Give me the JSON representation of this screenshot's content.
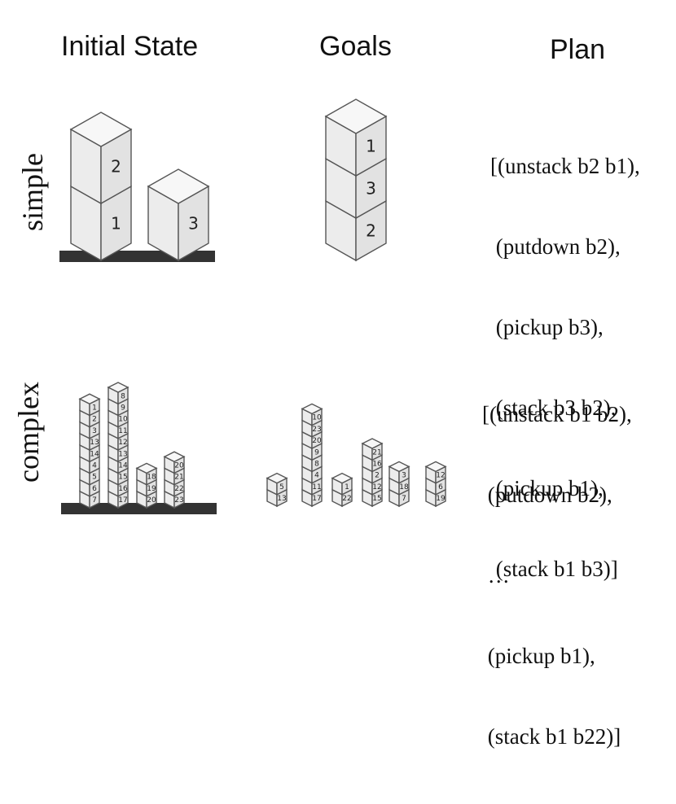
{
  "headers": {
    "initial": "Initial State",
    "goals": "Goals",
    "plan": "Plan"
  },
  "rows": {
    "simple": "simple",
    "complex": "complex"
  },
  "simple": {
    "initial_stacks": [
      [
        "1",
        "2"
      ],
      [
        "3"
      ]
    ],
    "goal_stacks": [
      [
        "2",
        "3",
        "1"
      ]
    ],
    "plan_lines": [
      "[(unstack b2 b1),",
      " (putdown b2),",
      " (pickup b3),",
      " (stack b3 b2),",
      " (pickup b1),",
      " (stack b1 b3)]"
    ]
  },
  "complex": {
    "initial_stacks": [
      [
        "7",
        "6",
        "5",
        "4",
        "14",
        "13",
        "3",
        "2",
        "1"
      ],
      [
        "17",
        "16",
        "15",
        "14",
        "13",
        "12",
        "11",
        "10",
        "9",
        "8"
      ],
      [
        "20",
        "19",
        "18"
      ],
      [
        "23",
        "22",
        "21",
        "20"
      ]
    ],
    "goal_stacks": [
      [
        "13",
        "5"
      ],
      [
        "17",
        "11",
        "4",
        "8",
        "9",
        "20",
        "23",
        "10"
      ],
      [
        "22",
        "1"
      ],
      [
        "15",
        "12",
        "2",
        "16",
        "21"
      ],
      [
        "7",
        "18",
        "3"
      ],
      [
        "19",
        "6",
        "12"
      ]
    ],
    "plan_lines": [
      "[(unstack b1 b2),",
      " (putdown b2),",
      " …",
      " (pickup b1),",
      " (stack b1 b22)]"
    ]
  },
  "colors": {
    "face_front": "#ececec",
    "face_side": "#e2e2e2",
    "face_top": "#f7f7f7",
    "edge": "#555555",
    "table": "#333333"
  }
}
